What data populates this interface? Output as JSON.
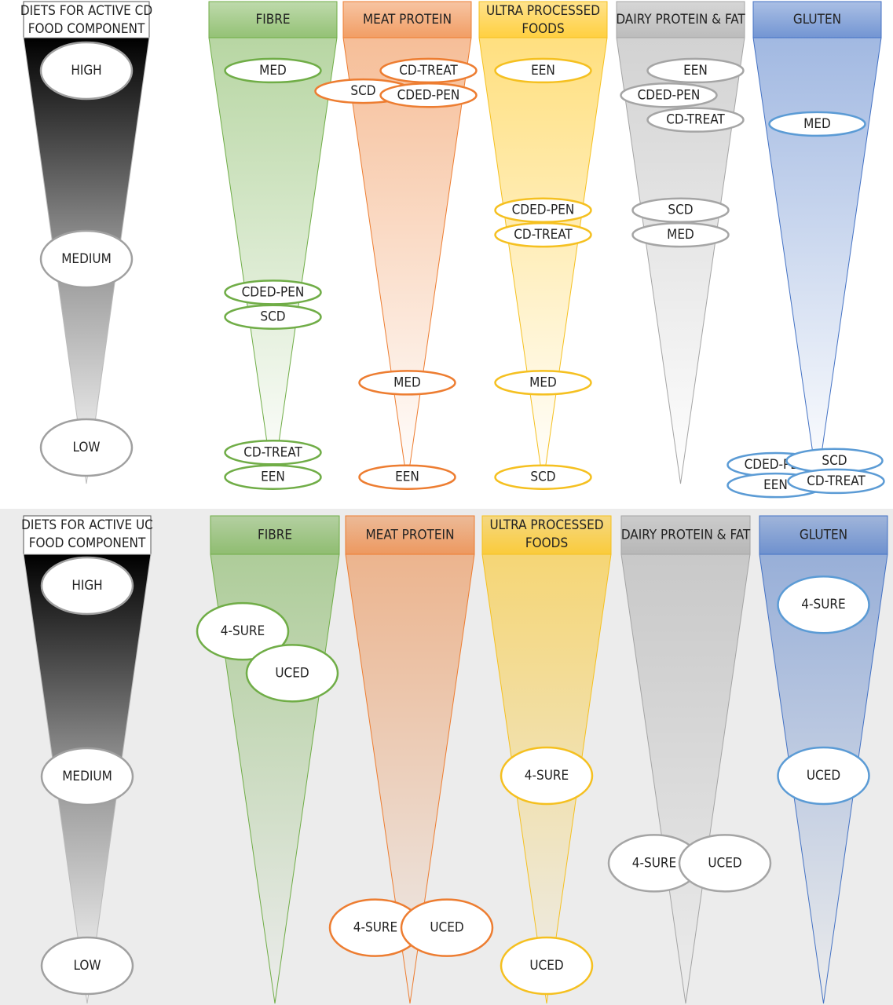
{
  "colors": {
    "fibre": "#70ad47",
    "meat": "#ed7d31",
    "upf": "#ffc000",
    "dairy": "#a5a5a5",
    "gluten": "#4472c4",
    "level": "#000000",
    "upf_stroke": "#f5c020",
    "gluten_oval_stroke": "#5b9bd5"
  },
  "panels": [
    {
      "id": "cd",
      "title_line1": "DIETS FOR ACTIVE CD",
      "title_line2": "FOOD COMPONENT",
      "levels": [
        "HIGH",
        "MEDIUM",
        "LOW"
      ],
      "columns": [
        {
          "key": "fibre",
          "label_lines": [
            "FIBRE"
          ],
          "placements": [
            {
              "diet": "MED",
              "level": 0.96
            },
            {
              "diet": "CDED-PEN",
              "level": 0.42
            },
            {
              "diet": "SCD",
              "level": 0.36
            },
            {
              "diet": "CD-TREAT",
              "level": 0.03
            },
            {
              "diet": "EEN",
              "level": -0.03
            }
          ]
        },
        {
          "key": "meat",
          "label_lines": [
            "MEAT PROTEIN"
          ],
          "placements": [
            {
              "diet": "SCD",
              "level": 0.91
            },
            {
              "diet": "CD-TREAT",
              "level": 0.96
            },
            {
              "diet": "CDED-PEN",
              "level": 0.9
            },
            {
              "diet": "MED",
              "level": 0.2
            },
            {
              "diet": "EEN",
              "level": -0.03
            }
          ]
        },
        {
          "key": "upf",
          "label_lines": [
            "ULTRA PROCESSED",
            "FOODS"
          ],
          "placements": [
            {
              "diet": "EEN",
              "level": 0.96
            },
            {
              "diet": "CDED-PEN",
              "level": 0.62
            },
            {
              "diet": "CD-TREAT",
              "level": 0.56
            },
            {
              "diet": "MED",
              "level": 0.2
            },
            {
              "diet": "SCD",
              "level": -0.03
            }
          ]
        },
        {
          "key": "dairy",
          "label_lines": [
            "DAIRY PROTEIN & FAT"
          ],
          "placements": [
            {
              "diet": "EEN",
              "level": 0.96
            },
            {
              "diet": "CDED-PEN",
              "level": 0.9
            },
            {
              "diet": "CD-TREAT",
              "level": 0.84
            },
            {
              "diet": "SCD",
              "level": 0.62
            },
            {
              "diet": "MED",
              "level": 0.56
            }
          ]
        },
        {
          "key": "gluten",
          "label_lines": [
            "GLUTEN"
          ],
          "placements": [
            {
              "diet": "MED",
              "level": 0.83
            },
            {
              "diet": "CDED-PEN",
              "level": 0.0
            },
            {
              "diet": "SCD",
              "level": 0.01
            },
            {
              "diet": "EEN",
              "level": -0.05
            },
            {
              "diet": "CD-TREAT",
              "level": -0.04
            }
          ]
        }
      ]
    },
    {
      "id": "uc",
      "title_line1": "DIETS FOR ACTIVE UC",
      "title_line2": "FOOD COMPONENT",
      "levels": [
        "HIGH",
        "MEDIUM",
        "LOW"
      ],
      "columns": [
        {
          "key": "fibre",
          "label_lines": [
            "FIBRE"
          ],
          "placements": [
            {
              "diet": "4-SURE",
              "level": 0.88
            },
            {
              "diet": "UCED",
              "level": 0.77
            }
          ]
        },
        {
          "key": "meat",
          "label_lines": [
            "MEAT PROTEIN"
          ],
          "placements": [
            {
              "diet": "4-SURE",
              "level": 0.1
            },
            {
              "diet": "UCED",
              "level": 0.1
            }
          ]
        },
        {
          "key": "upf",
          "label_lines": [
            "ULTRA PROCESSED",
            "FOODS"
          ],
          "placements": [
            {
              "diet": "4-SURE",
              "level": 0.5
            },
            {
              "diet": "UCED",
              "level": 0.0
            }
          ]
        },
        {
          "key": "dairy",
          "label_lines": [
            "DAIRY PROTEIN & FAT"
          ],
          "placements": [
            {
              "diet": "4-SURE",
              "level": 0.27
            },
            {
              "diet": "UCED",
              "level": 0.27
            }
          ]
        },
        {
          "key": "gluten",
          "label_lines": [
            "GLUTEN"
          ],
          "placements": [
            {
              "diet": "4-SURE",
              "level": 0.95
            },
            {
              "diet": "UCED",
              "level": 0.5
            }
          ]
        }
      ]
    }
  ]
}
